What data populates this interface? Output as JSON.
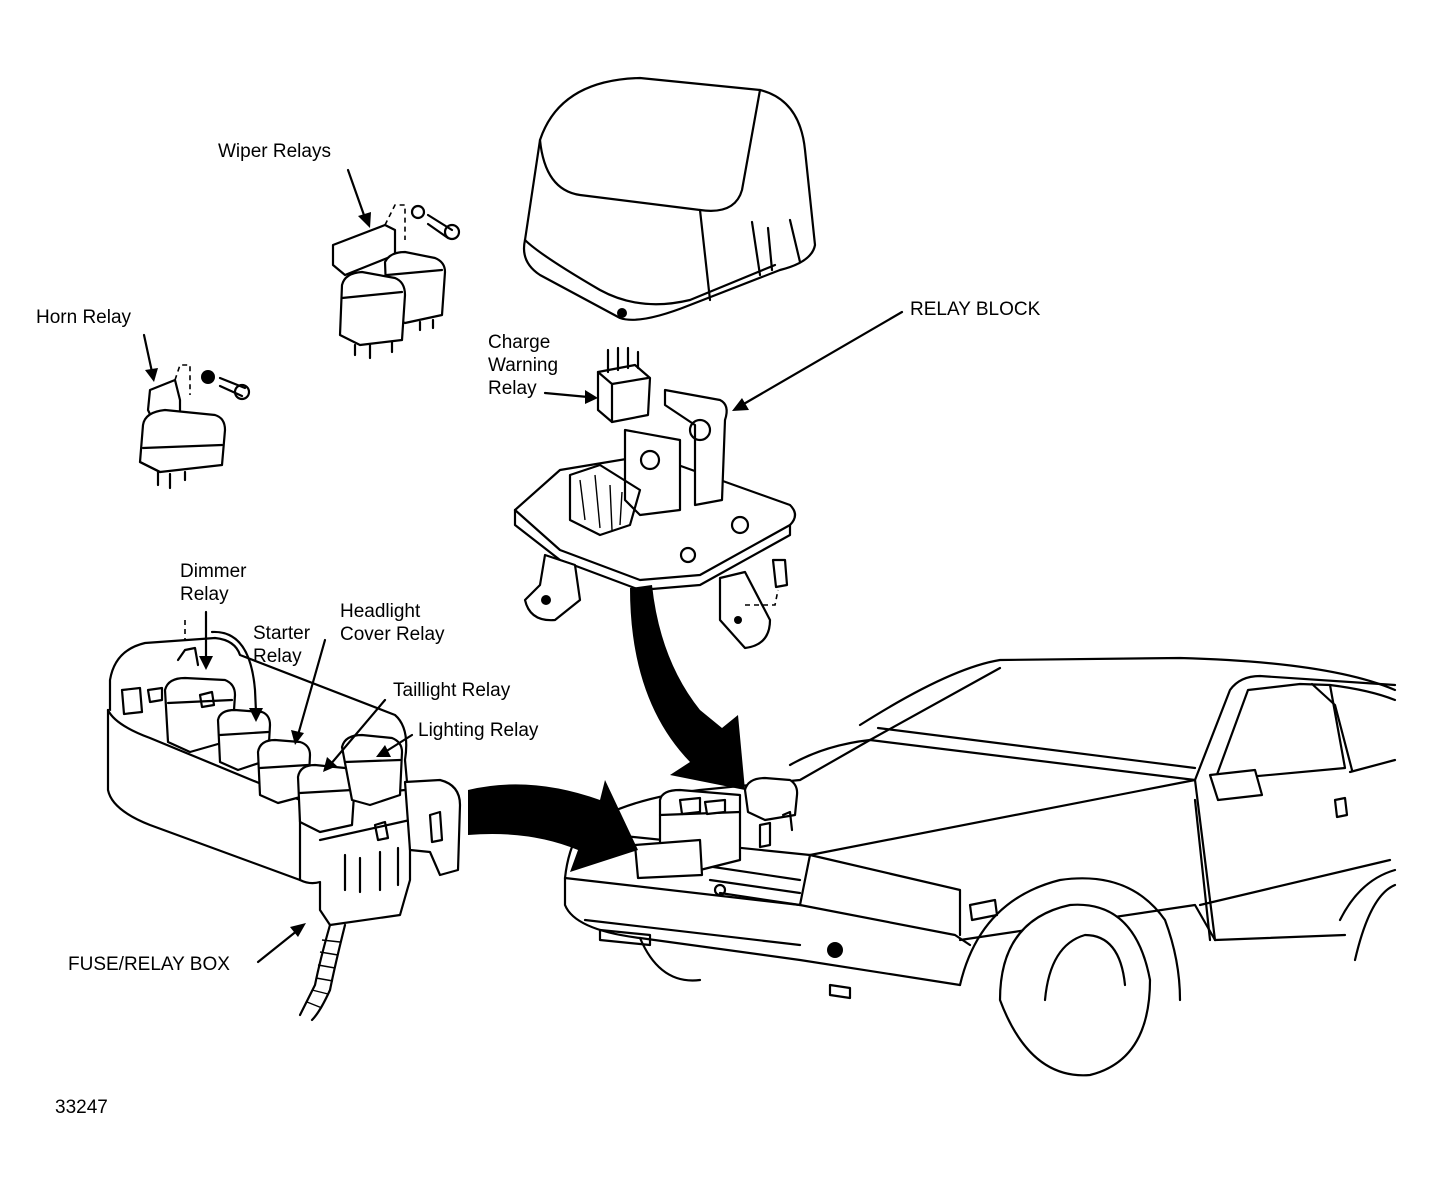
{
  "labels": {
    "wiper_relays": "Wiper Relays",
    "horn_relay": "Horn Relay",
    "relay_block": "RELAY BLOCK",
    "charge_warning_relay": [
      "Charge",
      "Warning",
      "Relay"
    ],
    "dimmer_relay": [
      "Dimmer",
      "Relay"
    ],
    "starter_relay": [
      "Starter",
      "Relay"
    ],
    "headlight_cover_relay": [
      "Headlight",
      "Cover Relay"
    ],
    "taillight_relay": "Taillight Relay",
    "lighting_relay": "Lighting Relay",
    "fuse_relay_box": "FUSE/RELAY BOX",
    "figure_number": "33247"
  }
}
